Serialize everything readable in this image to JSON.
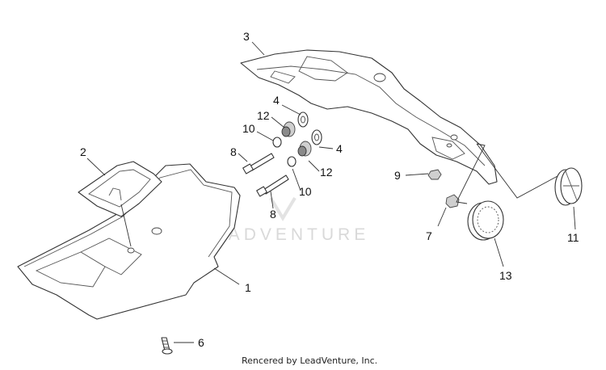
{
  "watermark": "LEADVENTURE",
  "footer": "Rencered by LeadVenture, Inc.",
  "callouts": {
    "c1": "1",
    "c2": "2",
    "c3": "3",
    "c4a": "4",
    "c4b": "4",
    "c6": "6",
    "c7": "7",
    "c8a": "8",
    "c8b": "8",
    "c9": "9",
    "c10a": "10",
    "c10b": "10",
    "c11": "11",
    "c12a": "12",
    "c12b": "12",
    "c13": "13"
  }
}
